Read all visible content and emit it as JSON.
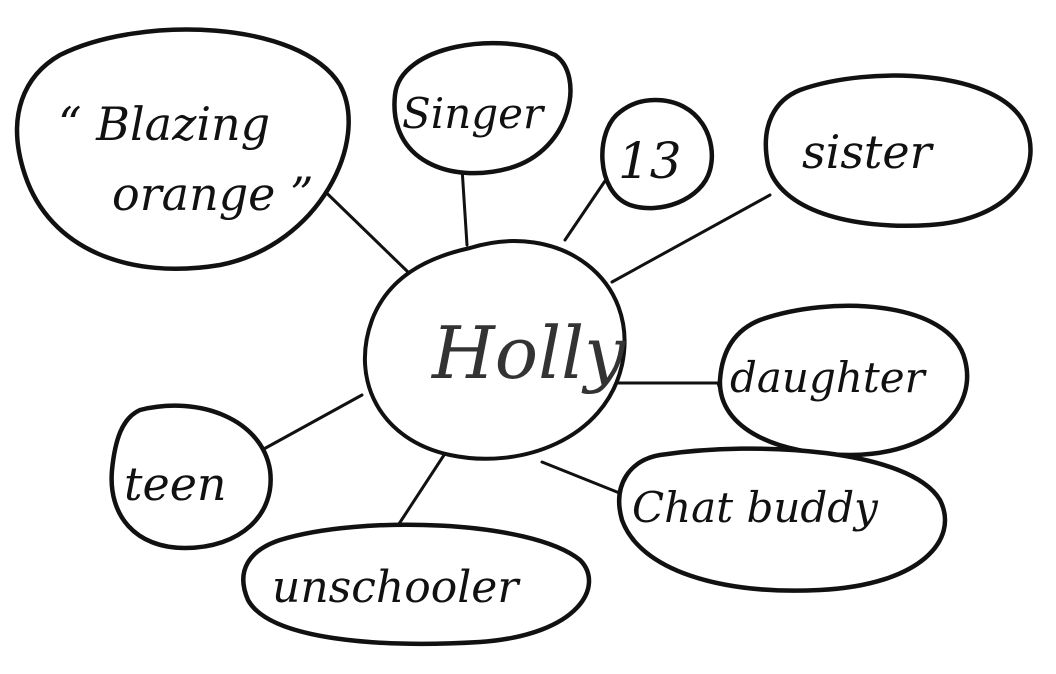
{
  "diagram": {
    "center": {
      "label": "Holly"
    },
    "nodes": [
      {
        "id": "blazing-orange",
        "lines": [
          "“ Blazing",
          "orange ”"
        ]
      },
      {
        "id": "singer",
        "lines": [
          "Singer"
        ]
      },
      {
        "id": "age-13",
        "lines": [
          "13"
        ]
      },
      {
        "id": "sister",
        "lines": [
          "sister"
        ]
      },
      {
        "id": "daughter",
        "lines": [
          "daughter"
        ]
      },
      {
        "id": "chat-buddy",
        "lines": [
          "Chat buddy"
        ]
      },
      {
        "id": "unschooler",
        "lines": [
          "unschooler"
        ]
      },
      {
        "id": "teen",
        "lines": [
          "teen"
        ]
      }
    ]
  }
}
